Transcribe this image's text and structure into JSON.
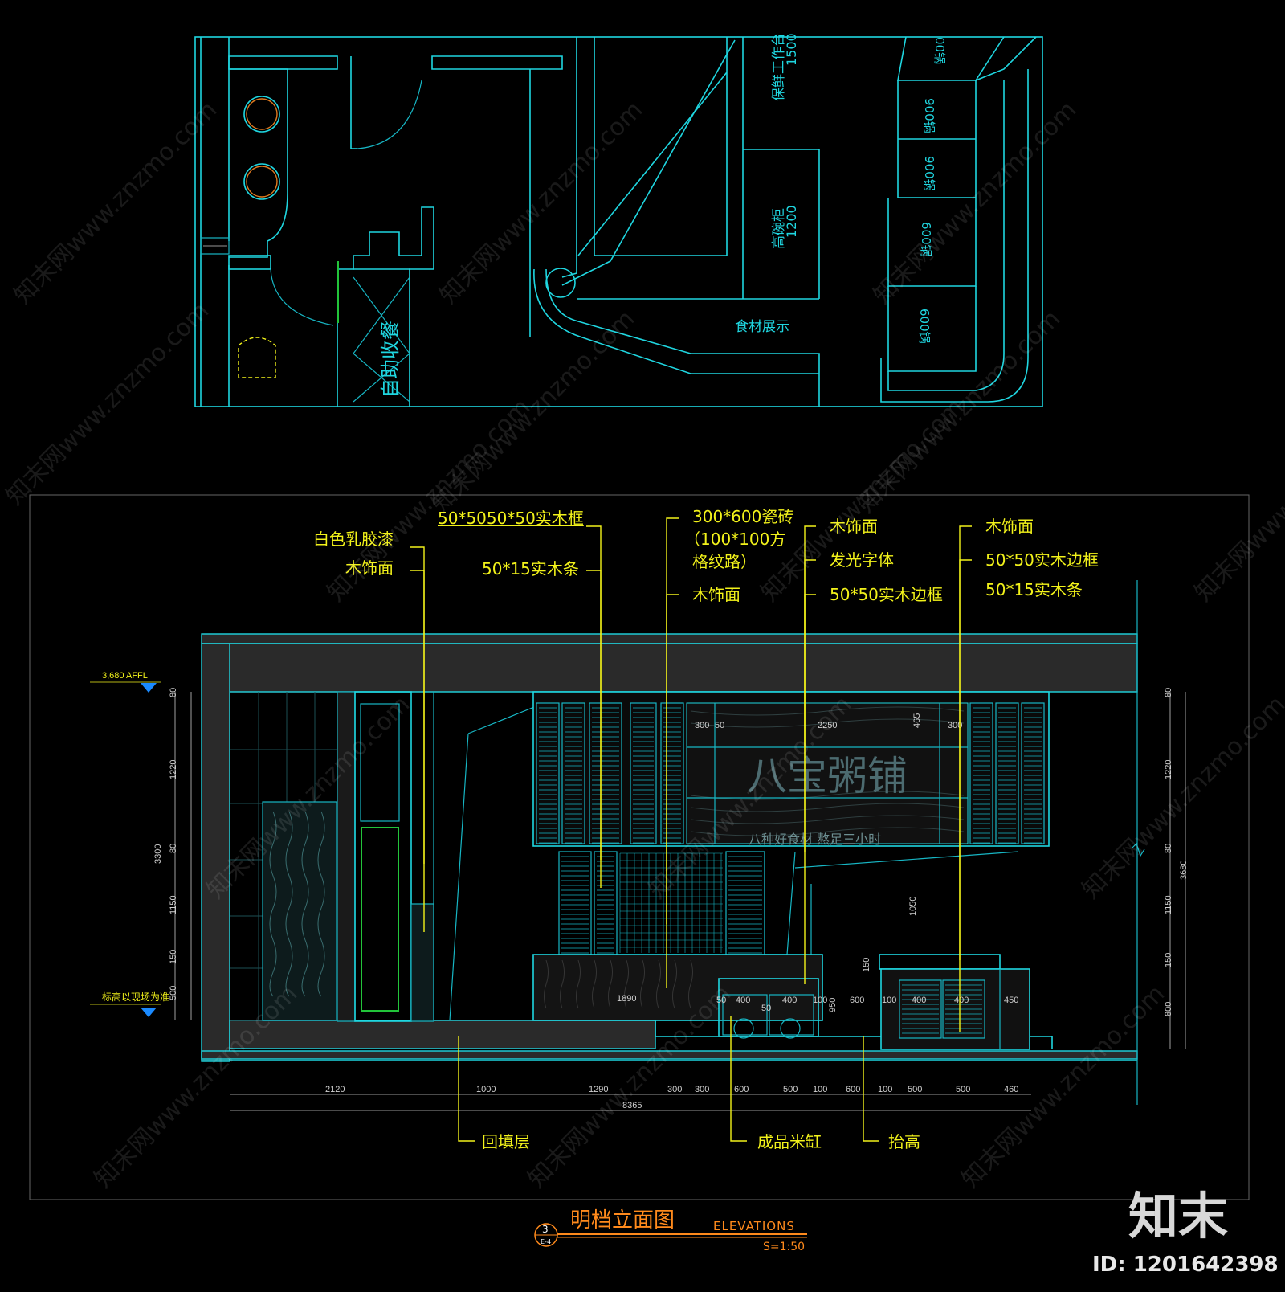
{
  "plan": {
    "labels": {
      "self_checkout": "自助收餐",
      "food_display": "食材展示",
      "fresh_counter": "保鲜工作台",
      "fresh_counter_len": "1500",
      "bowl_cabinet": "高碗柜",
      "bowl_cabinet_len": "1200",
      "pots": [
        "900锅",
        "900锅",
        "600锅",
        "600锅",
        "00锅"
      ]
    }
  },
  "elevation": {
    "signboard": "八宝粥铺",
    "slogan": "八种好食材  熬足三小时",
    "level_top": "3,680 AFFL",
    "level_floor": "标高以现场为准",
    "callouts_top": [
      {
        "id": "c1",
        "text": "白色乳胶漆"
      },
      {
        "id": "c2",
        "text": "木饰面"
      },
      {
        "id": "c3",
        "text": "50*5050*50实木框"
      },
      {
        "id": "c4",
        "text": "50*15实木条"
      },
      {
        "id": "c5",
        "text": "300*600瓷砖"
      },
      {
        "id": "c6",
        "text": "（100*100方"
      },
      {
        "id": "c7",
        "text": "格纹路）"
      },
      {
        "id": "c8",
        "text": "木饰面"
      },
      {
        "id": "c9",
        "text": "木饰面"
      },
      {
        "id": "c10",
        "text": "发光字体"
      },
      {
        "id": "c11",
        "text": "50*50实木边框"
      },
      {
        "id": "c12",
        "text": "木饰面"
      },
      {
        "id": "c13",
        "text": "50*50实木边框"
      },
      {
        "id": "c14",
        "text": "50*15实木条"
      }
    ],
    "callouts_bottom": [
      {
        "id": "b1",
        "text": "回填层"
      },
      {
        "id": "b2",
        "text": "成品米缸"
      },
      {
        "id": "b3",
        "text": "抬高"
      }
    ],
    "dims_bottom": [
      "2120",
      "1000",
      "1290",
      "300",
      "300",
      "600",
      "500",
      "100",
      "600",
      "100",
      "500",
      "500",
      "460"
    ],
    "dim_total": "8365",
    "dims_left": [
      "80",
      "1220",
      "80",
      "1150",
      "150",
      "500"
    ],
    "dim_left_total": "3300",
    "dims_right": [
      "80",
      "1220",
      "80",
      "1150",
      "150",
      "800"
    ],
    "dim_right_total": "3680",
    "inner_dims": {
      "d300a": "300",
      "d50a": "50",
      "d2250": "2250",
      "d300b": "300",
      "d465": "465",
      "d1890": "1890",
      "d400a": "400",
      "d400b": "400",
      "d50b": "50",
      "d50c": "50",
      "d100a": "100",
      "d600a": "600",
      "d100b": "100",
      "d400c": "400",
      "d400d": "400",
      "d450": "450",
      "d950": "950",
      "d150": "150",
      "d1050": "1050"
    }
  },
  "title": {
    "number": "3",
    "sheet": "E-4",
    "name": "明档立面图",
    "english": "ELEVATIONS",
    "scale": "S=1:50"
  },
  "brand": {
    "logo": "知末",
    "id_text": "ID: 1201642398",
    "watermark": "知末网www.znzmo.com"
  },
  "colors": {
    "line": "#1fd6e0",
    "annotation": "#f2f21a",
    "title": "#ff8a1c",
    "green": "#22c43a"
  }
}
